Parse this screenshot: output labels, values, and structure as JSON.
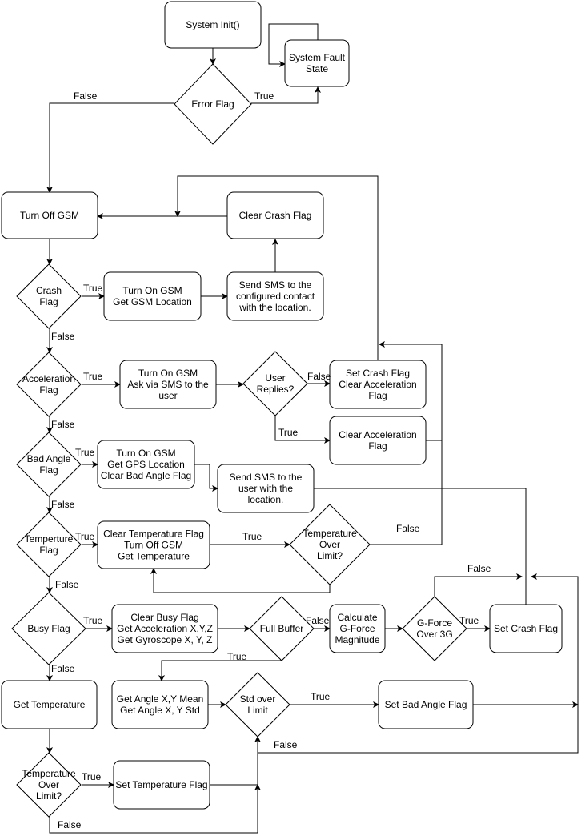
{
  "nodes": {
    "system_init": [
      "System Init()"
    ],
    "system_fault": [
      "System Fault",
      "State"
    ],
    "error_flag": [
      "Error Flag"
    ],
    "turn_off_gsm": [
      "Turn Off GSM"
    ],
    "clear_crash_flag": [
      "Clear Crash Flag"
    ],
    "crash_flag": [
      "Crash",
      "Flag"
    ],
    "turn_on_gsm_location": [
      "Turn On GSM",
      "Get GSM Location"
    ],
    "send_sms_contact": [
      "Send SMS to the",
      "configured contact",
      "with the location."
    ],
    "acceleration_flag": [
      "Acceleration",
      "Flag"
    ],
    "ask_via_sms": [
      "Turn On GSM",
      "Ask via SMS to the",
      "user"
    ],
    "user_replies": [
      "User",
      "Replies?"
    ],
    "set_crash_clear_accel": [
      "Set Crash Flag",
      "Clear Acceleration",
      "Flag"
    ],
    "clear_accel_flag": [
      "Clear Acceleration",
      "Flag"
    ],
    "bad_angle_flag": [
      "Bad Angle",
      "Flag"
    ],
    "gps_location": [
      "Turn On GSM",
      "Get GPS Location",
      "Clear Bad Angle Flag"
    ],
    "send_sms_user": [
      "Send SMS to the",
      "user with the",
      "location."
    ],
    "temperature_flag": [
      "Temperture",
      "Flag"
    ],
    "clear_temp_flag": [
      "Clear Temperature Flag",
      "Turn Off GSM",
      "Get Temperature"
    ],
    "temp_over_limit_1": [
      "Temperature",
      "Over",
      "Limit?"
    ],
    "busy_flag": [
      "Busy Flag"
    ],
    "clear_busy_flag": [
      "Clear Busy Flag",
      "Get Acceleration X,Y,Z",
      "Get Gyroscope X, Y, Z"
    ],
    "full_buffer": [
      "Full Buffer"
    ],
    "calc_gforce": [
      "Calculate",
      "G-Force",
      "Magnitude"
    ],
    "gforce_over": [
      "G-Force",
      "Over 3G"
    ],
    "set_crash_flag": [
      "Set Crash Flag"
    ],
    "get_temperature": [
      "Get Temperature"
    ],
    "get_angle": [
      "Get Angle X,Y Mean",
      "Get Angle X, Y Std"
    ],
    "std_over_limit": [
      "Std over",
      "Limit"
    ],
    "set_bad_angle": [
      "Set Bad Angle Flag"
    ],
    "temp_over_limit_2": [
      "Temperature",
      "Over",
      "Limit?"
    ],
    "set_temp_flag": [
      "Set Temperature Flag"
    ]
  },
  "edge_labels": {
    "error_false": "False",
    "error_true": "True",
    "crash_true": "True",
    "crash_false": "False",
    "accel_true": "True",
    "accel_false": "False",
    "replies_false": "False",
    "replies_true": "True",
    "badangle_true": "True",
    "badangle_false": "False",
    "temp_true": "True",
    "temp_false": "False",
    "templimit1_true": "True",
    "templimit1_false": "False",
    "busy_true": "True",
    "busy_false": "False",
    "buffer_false": "False",
    "buffer_true": "True",
    "gforce_false": "False",
    "gforce_true": "True",
    "std_true": "True",
    "std_false": "False",
    "templimit2_true": "True",
    "templimit2_false": "False"
  }
}
